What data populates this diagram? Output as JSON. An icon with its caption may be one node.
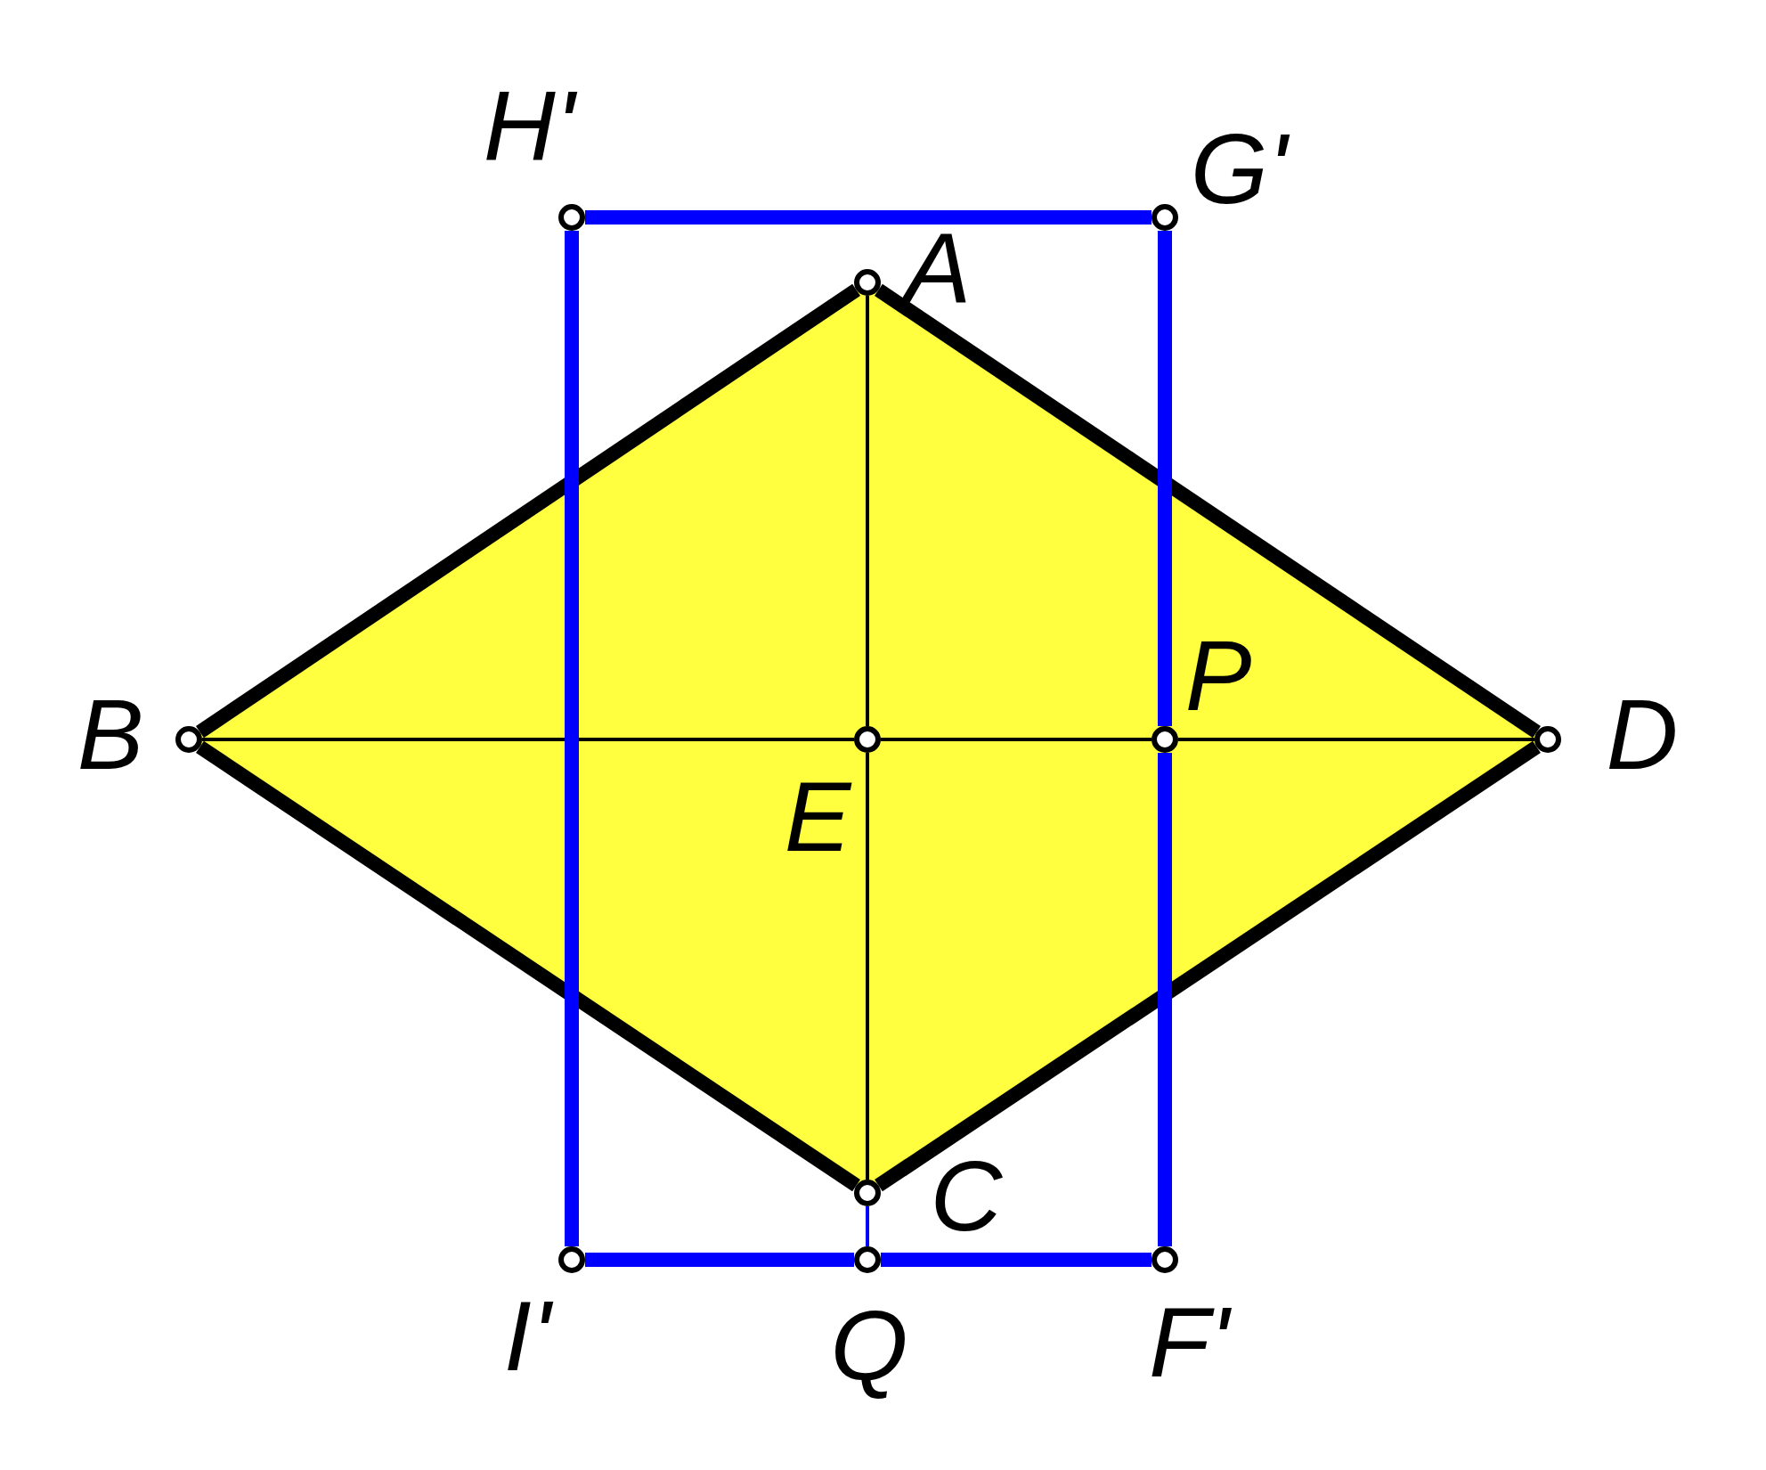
{
  "diagram": {
    "nodes": [
      {
        "text": [],
        "shape": "circle",
        "beside": [
          "H'"
        ]
      },
      {
        "text": [],
        "shape": "circle",
        "beside": [
          "G'"
        ]
      },
      {
        "text": [],
        "shape": "circle",
        "beside": [
          "A"
        ]
      },
      {
        "text": [],
        "shape": "circle",
        "beside": [
          "B"
        ]
      },
      {
        "text": [],
        "shape": "circle",
        "beside": [
          "E"
        ]
      },
      {
        "text": [],
        "shape": "circle",
        "beside": [
          "P"
        ]
      },
      {
        "text": [],
        "shape": "circle",
        "beside": [
          "D"
        ]
      },
      {
        "text": [],
        "shape": "circle",
        "beside": [
          "C"
        ]
      },
      {
        "text": [],
        "shape": "circle",
        "beside": [
          "I'"
        ]
      },
      {
        "text": [],
        "shape": "circle",
        "beside": [
          "Q"
        ]
      },
      {
        "text": [],
        "shape": "circle",
        "beside": [
          "F'"
        ]
      }
    ],
    "edges": [
      {
        "from": 2,
        "to": 3,
        "arrow": "none"
      },
      {
        "from": 3,
        "to": 7,
        "arrow": "none"
      },
      {
        "from": 7,
        "to": 6,
        "arrow": "none"
      },
      {
        "from": 6,
        "to": 2,
        "arrow": "none"
      },
      {
        "from": 2,
        "to": 4,
        "arrow": "none"
      },
      {
        "from": 4,
        "to": 7,
        "arrow": "none"
      },
      {
        "from": 3,
        "to": 4,
        "arrow": "none"
      },
      {
        "from": 4,
        "to": 5,
        "arrow": "none"
      },
      {
        "from": 5,
        "to": 6,
        "arrow": "none"
      },
      {
        "from": 0,
        "to": 1,
        "arrow": "none",
        "color": "#0000ff"
      },
      {
        "from": 1,
        "to": 5,
        "arrow": "none",
        "color": "#0000ff"
      },
      {
        "from": 5,
        "to": 10,
        "arrow": "none",
        "color": "#0000ff"
      },
      {
        "from": 0,
        "to": 8,
        "arrow": "none",
        "color": "#0000ff"
      },
      {
        "from": 8,
        "to": 9,
        "arrow": "none",
        "color": "#0000ff"
      },
      {
        "from": 9,
        "to": 10,
        "arrow": "none",
        "color": "#0000ff"
      },
      {
        "from": 7,
        "to": 9,
        "arrow": "none",
        "color": "#0000ff"
      }
    ]
  }
}
